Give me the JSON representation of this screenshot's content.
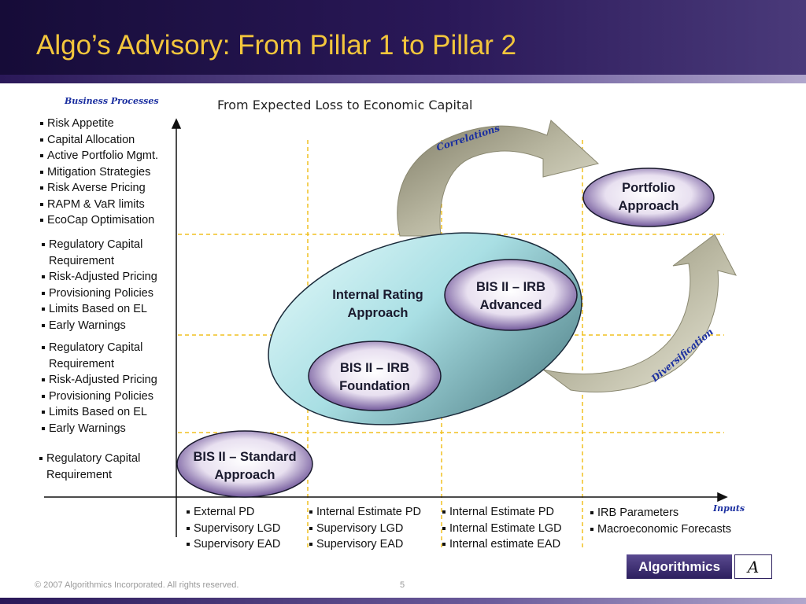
{
  "slide": {
    "title": "Algo’s Advisory:  From Pillar 1 to Pillar 2",
    "subtitle": "From Expected Loss to Economic Capital",
    "page_number": "5",
    "copyright": "© 2007 Algorithmics Incorporated. All rights reserved."
  },
  "axes": {
    "y_label": "Business Processes",
    "x_label": "Inputs"
  },
  "business_processes": {
    "portfolio": [
      "Risk Appetite",
      "Capital Allocation",
      "Active Portfolio Mgmt.",
      "Mitigation Strategies",
      "Risk Averse Pricing",
      "RAPM & VaR limits",
      "EcoCap Optimisation"
    ],
    "advanced": [
      "Regulatory Capital Requirement",
      "Risk-Adjusted Pricing",
      "Provisioning Policies",
      "Limits Based on EL",
      "Early Warnings"
    ],
    "foundation": [
      "Regulatory Capital Requirement",
      "Risk-Adjusted Pricing",
      "Provisioning Policies",
      "Limits Based on EL",
      "Early Warnings"
    ],
    "standard": [
      "Regulatory Capital Requirement"
    ]
  },
  "inputs": {
    "standard": [
      "External PD",
      "Supervisory LGD",
      "Supervisory EAD"
    ],
    "foundation": [
      "Internal Estimate PD",
      "Supervisory LGD",
      "Supervisory EAD"
    ],
    "advanced": [
      "Internal Estimate PD",
      "Internal Estimate LGD",
      "Internal estimate EAD"
    ],
    "portfolio": [
      "IRB Parameters",
      "Macroeconomic Forecasts"
    ]
  },
  "nodes": {
    "internal_rating": "Internal Rating Approach",
    "irb_advanced": "BIS II – IRB Advanced",
    "irb_foundation": "BIS II – IRB Foundation",
    "standard": "BIS II – Standard Approach",
    "portfolio": "Portfolio Approach"
  },
  "arrows": {
    "upper": "Correlations",
    "lower": "Diversification"
  },
  "logo": {
    "name": "Algorithmics",
    "mark": "A"
  },
  "colors": {
    "title": "#f3c63c",
    "header_dark": "#160c38",
    "grid_dash": "#f0c020",
    "axis_label": "#1b2fa0",
    "node_purple": "#5a3d8a",
    "ellipse_teal": "#bfe9ee"
  }
}
